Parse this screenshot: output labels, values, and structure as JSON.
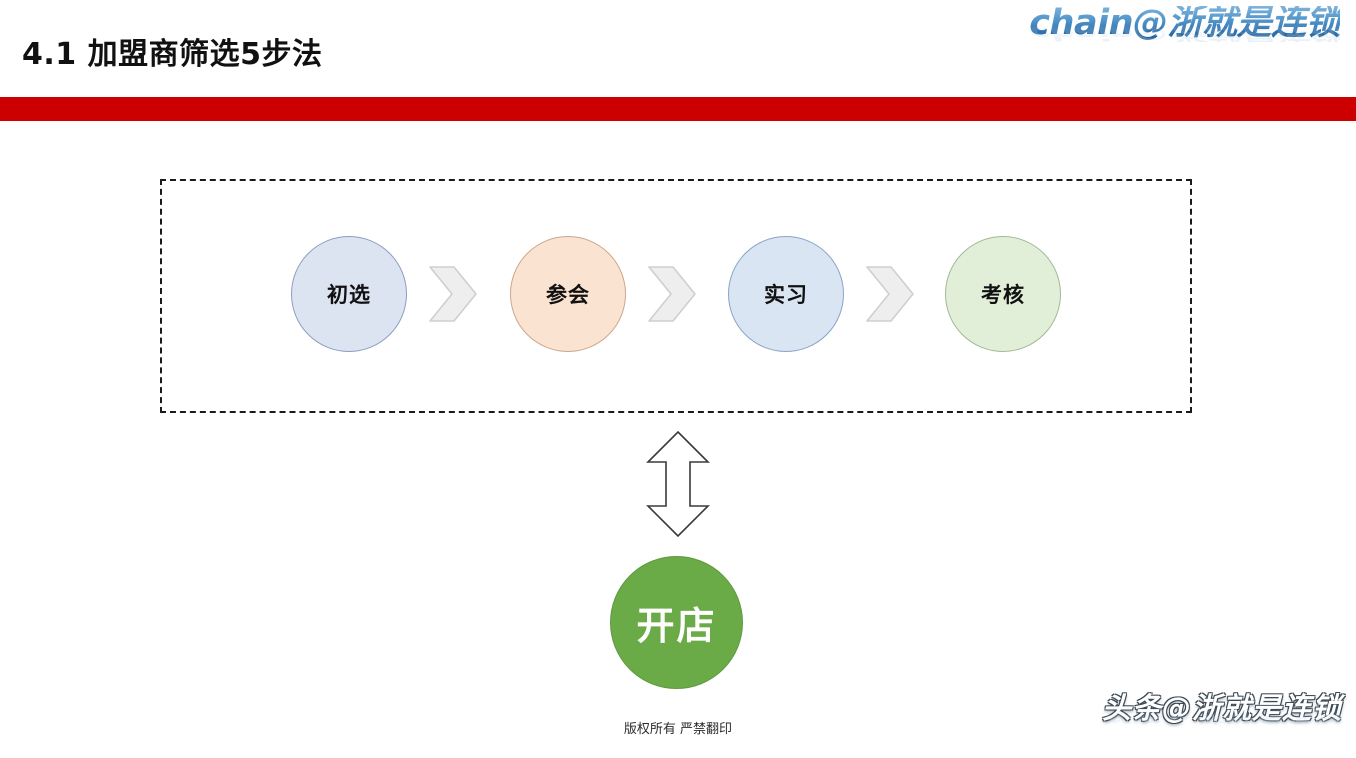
{
  "header": {
    "title": "4.1 加盟商筛选5步法",
    "logo_text": "chain@浙就是连锁",
    "rule_color": "#cc0000"
  },
  "diagram": {
    "frame_style": "dashed",
    "steps": [
      {
        "label": "初选",
        "fill": "#dce3f1",
        "border": "#8d9fc0"
      },
      {
        "label": "参会",
        "fill": "#fbe3d1",
        "border": "#c9a88e"
      },
      {
        "label": "实习",
        "fill": "#d9e5f3",
        "border": "#8aa4c4"
      },
      {
        "label": "考核",
        "fill": "#e1efd9",
        "border": "#a3b894"
      }
    ],
    "connector_icon": "chevron-right-icon",
    "vertical_connector_icon": "double-headed-arrow-icon",
    "outcome": {
      "label": "开店",
      "fill": "#6aab48",
      "text_color": "#ffffff"
    }
  },
  "footer": {
    "copyright": "版权所有  严禁翻印",
    "watermark": "头条@浙就是连锁"
  }
}
